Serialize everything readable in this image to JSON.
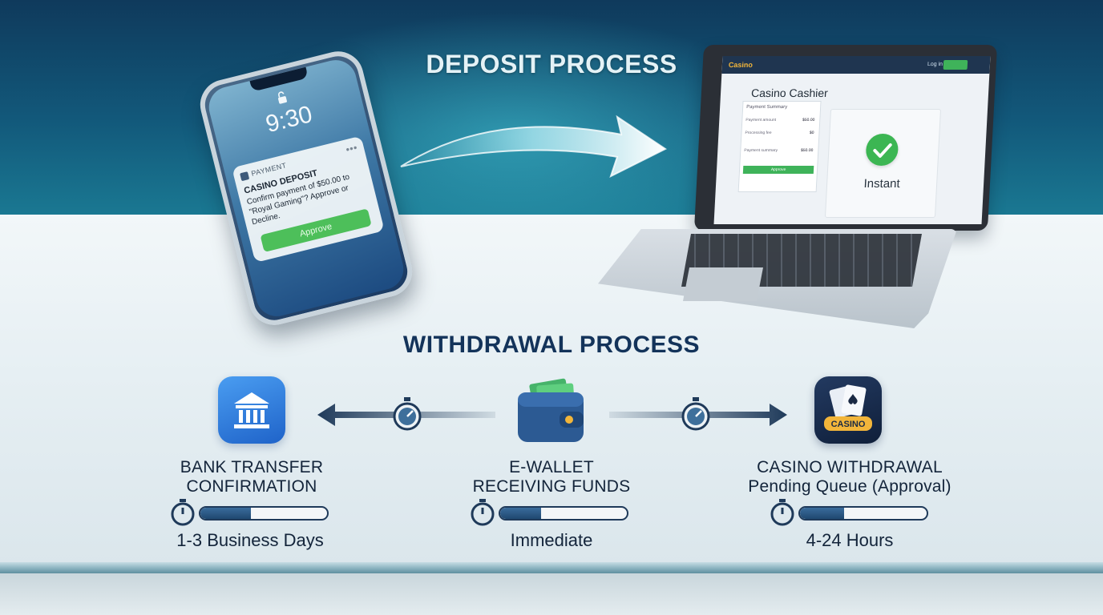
{
  "deposit": {
    "title": "DEPOSIT PROCESS",
    "phone": {
      "time": "9:30",
      "notification": {
        "app": "PAYMENT",
        "title": "CASINO DEPOSIT",
        "body": "Confirm payment of $50.00 to \"Royal Gaming\"? Approve or Decline.",
        "approve_label": "Approve"
      }
    },
    "laptop": {
      "brand": "Casino",
      "login_label": "Log in",
      "page_title": "Casino Cashier",
      "summary_header": "Payment Summary",
      "summary_rows": [
        {
          "label": "Payment amount",
          "amount": "$50.00"
        },
        {
          "label": "Processing fee",
          "amount": "$0"
        },
        {
          "label": "Payment summary",
          "amount": "$50.00"
        }
      ],
      "summary_button": "Approve",
      "status": "Instant"
    }
  },
  "withdrawal": {
    "title": "WITHDRAWAL PROCESS",
    "steps": [
      {
        "line1": "BANK TRANSFER",
        "line2": "CONFIRMATION",
        "progress": 0.4,
        "duration": "1-3 Business Days"
      },
      {
        "line1": "E-WALLET",
        "line2": "RECEIVING FUNDS",
        "progress": 0.32,
        "duration": "Immediate"
      },
      {
        "line1": "CASINO WITHDRAWAL",
        "line2": "Pending Queue (Approval)",
        "progress": 0.35,
        "duration": "4-24 Hours"
      }
    ],
    "casino_icon_text": "CASINO"
  },
  "colors": {
    "approve_green": "#4dbf5a",
    "dark_navy": "#13243a",
    "bank_blue": "#2f7fe0"
  }
}
